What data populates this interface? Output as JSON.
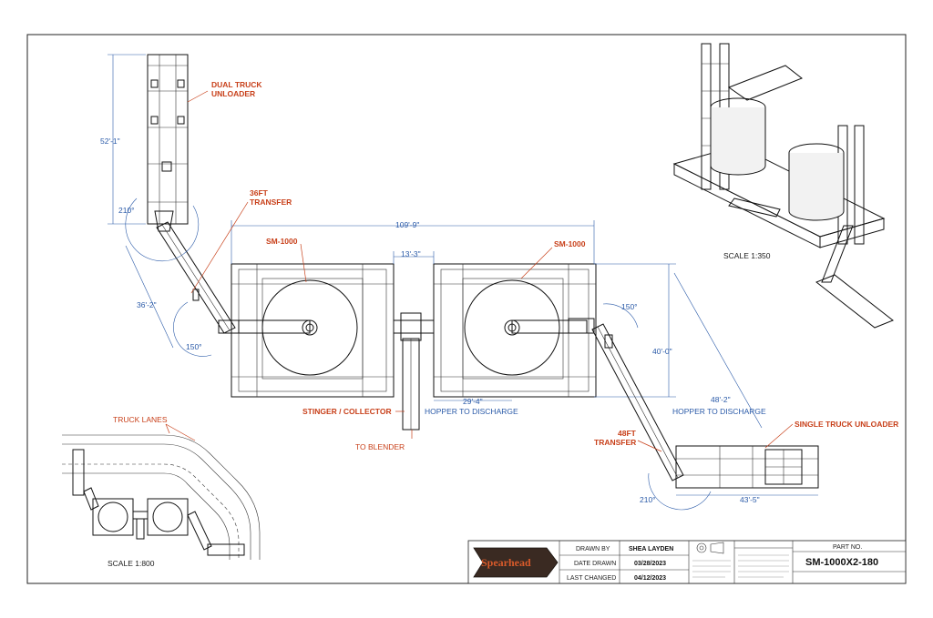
{
  "callouts": {
    "dual_truck_unloader_line1": "DUAL TRUCK",
    "dual_truck_unloader_line2": "UNLOADER",
    "transfer_36_line1": "36FT",
    "transfer_36_line2": "TRANSFER",
    "sm_left": "SM-1000",
    "sm_right": "SM-1000",
    "stinger_collector": "STINGER / COLLECTOR",
    "to_blender": "TO BLENDER",
    "transfer_48_line1": "48FT",
    "transfer_48_line2": "TRANSFER",
    "single_truck_unloader": "SINGLE TRUCK UNLOADER",
    "truck_lanes": "TRUCK LANES"
  },
  "dimensions": {
    "d_52_1": "52'-1\"",
    "d_210_top": "210°",
    "d_36_2": "36'-2\"",
    "d_150_left": "150°",
    "d_109_9": "109'-9\"",
    "d_13_3": "13'-3\"",
    "d_150_right": "150°",
    "d_40_0": "40'-0\"",
    "d_29_4": "29'-4\"",
    "d_48_2": "48'-2\"",
    "d_210_bottom": "210°",
    "d_43_5": "43'-5\""
  },
  "notes": {
    "hopper_left": "HOPPER TO DISCHARGE",
    "hopper_right": "HOPPER TO DISCHARGE"
  },
  "scales": {
    "iso": "SCALE 1:350",
    "mini": "SCALE 1:800"
  },
  "title_block": {
    "logo_text": "Spearhead",
    "drawn_by_label": "DRAWN BY",
    "drawn_by_value": "SHEA LAYDEN",
    "date_drawn_label": "DATE DRAWN",
    "date_drawn_value": "03/28/2023",
    "last_changed_label": "LAST CHANGED",
    "last_changed_value": "04/12/2023",
    "part_no_label": "PART NO.",
    "part_no_value": "SM-1000X2-180"
  },
  "colors": {
    "callout": "#c8401a",
    "dimension": "#2a5aa8",
    "linework": "#111111"
  }
}
